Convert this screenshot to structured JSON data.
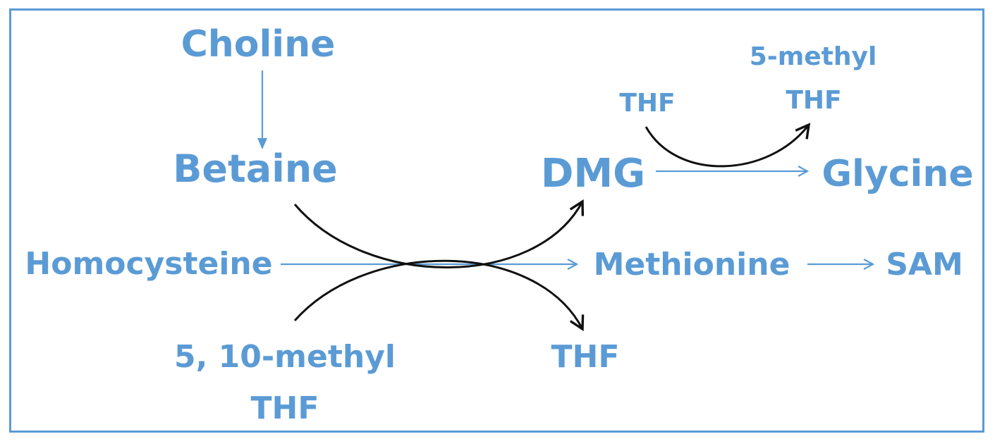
{
  "colors": {
    "accent": "#5B9BD5",
    "arrow_dark": "#111111"
  },
  "labels": {
    "choline": "Choline",
    "betaine": "Betaine",
    "homocysteine": "Homocysteine",
    "methyl_510_line1": "5, 10-methyl",
    "methyl_510_line2": "THF",
    "dmg": "DMG",
    "methionine": "Methionine",
    "thf_bottom": "THF",
    "thf_top": "THF",
    "methyl_5_line1": "5-methyl",
    "methyl_5_line2": "THF",
    "glycine": "Glycine",
    "sam": "SAM"
  }
}
